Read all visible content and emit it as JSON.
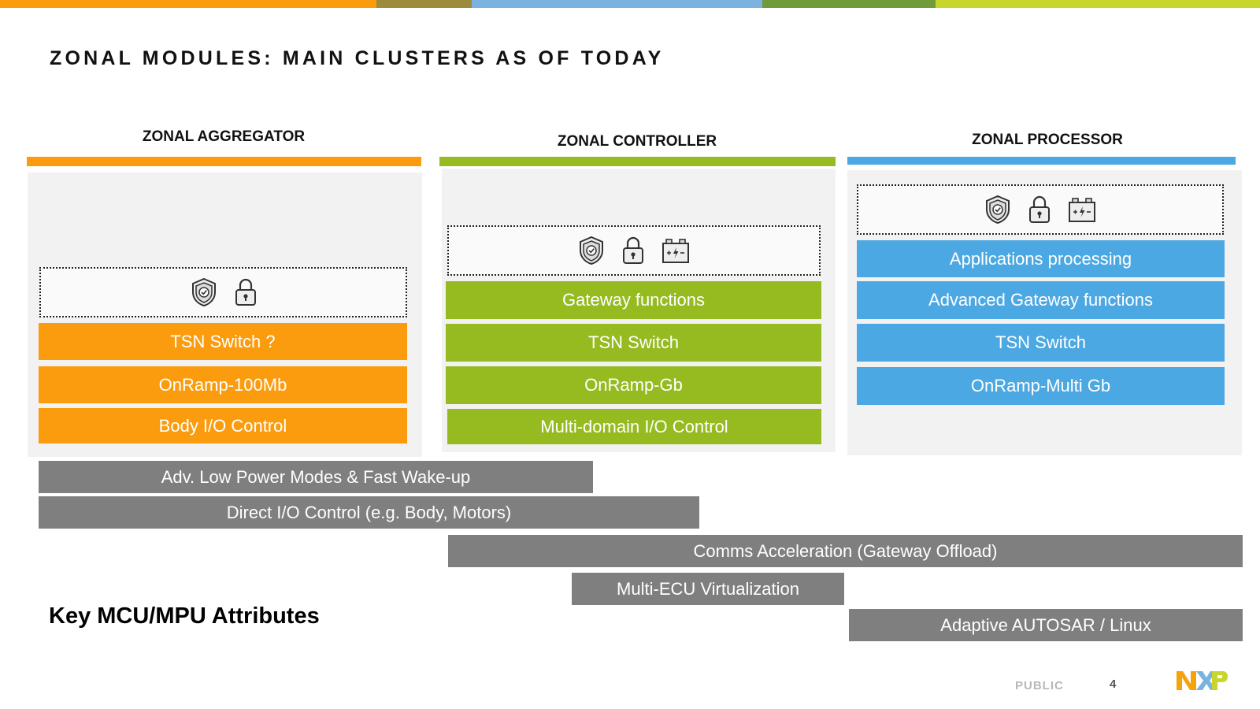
{
  "colors": {
    "orange": "#fb9c0e",
    "olive": "#9c8b3a",
    "light_blue": "#7ab3df",
    "dark_green": "#6f9b3a",
    "lime": "#c8d62b",
    "green": "#95bb20",
    "blue": "#4ca8e2",
    "grey": "#7f7f7f",
    "panel": "#f2f2f2"
  },
  "title": "ZONAL MODULES: MAIN CLUSTERS AS OF TODAY",
  "columns": {
    "aggregator": {
      "heading": "ZONAL AGGREGATOR",
      "icons": [
        "shield-check-icon",
        "padlock-icon"
      ],
      "blocks": [
        "TSN Switch ?",
        "OnRamp-100Mb",
        "Body I/O Control"
      ]
    },
    "controller": {
      "heading": "ZONAL CONTROLLER",
      "icons": [
        "shield-check-icon",
        "padlock-icon",
        "battery-icon"
      ],
      "blocks": [
        "Gateway functions",
        "TSN Switch",
        "OnRamp-Gb",
        "Multi-domain I/O Control"
      ]
    },
    "processor": {
      "heading": "ZONAL PROCESSOR",
      "icons": [
        "shield-check-icon",
        "padlock-icon",
        "battery-icon"
      ],
      "blocks": [
        "Applications processing",
        "Advanced Gateway functions",
        "TSN Switch",
        "OnRamp-Multi Gb"
      ]
    }
  },
  "attributes": {
    "heading": "Key MCU/MPU Attributes",
    "bars": [
      "Adv. Low Power Modes & Fast Wake-up",
      "Direct I/O Control (e.g. Body, Motors)",
      "Comms Acceleration (Gateway Offload)",
      "Multi-ECU Virtualization",
      "Adaptive AUTOSAR / Linux"
    ]
  },
  "footer": {
    "classification": "PUBLIC",
    "page_number": "4",
    "logo": "NXP"
  }
}
